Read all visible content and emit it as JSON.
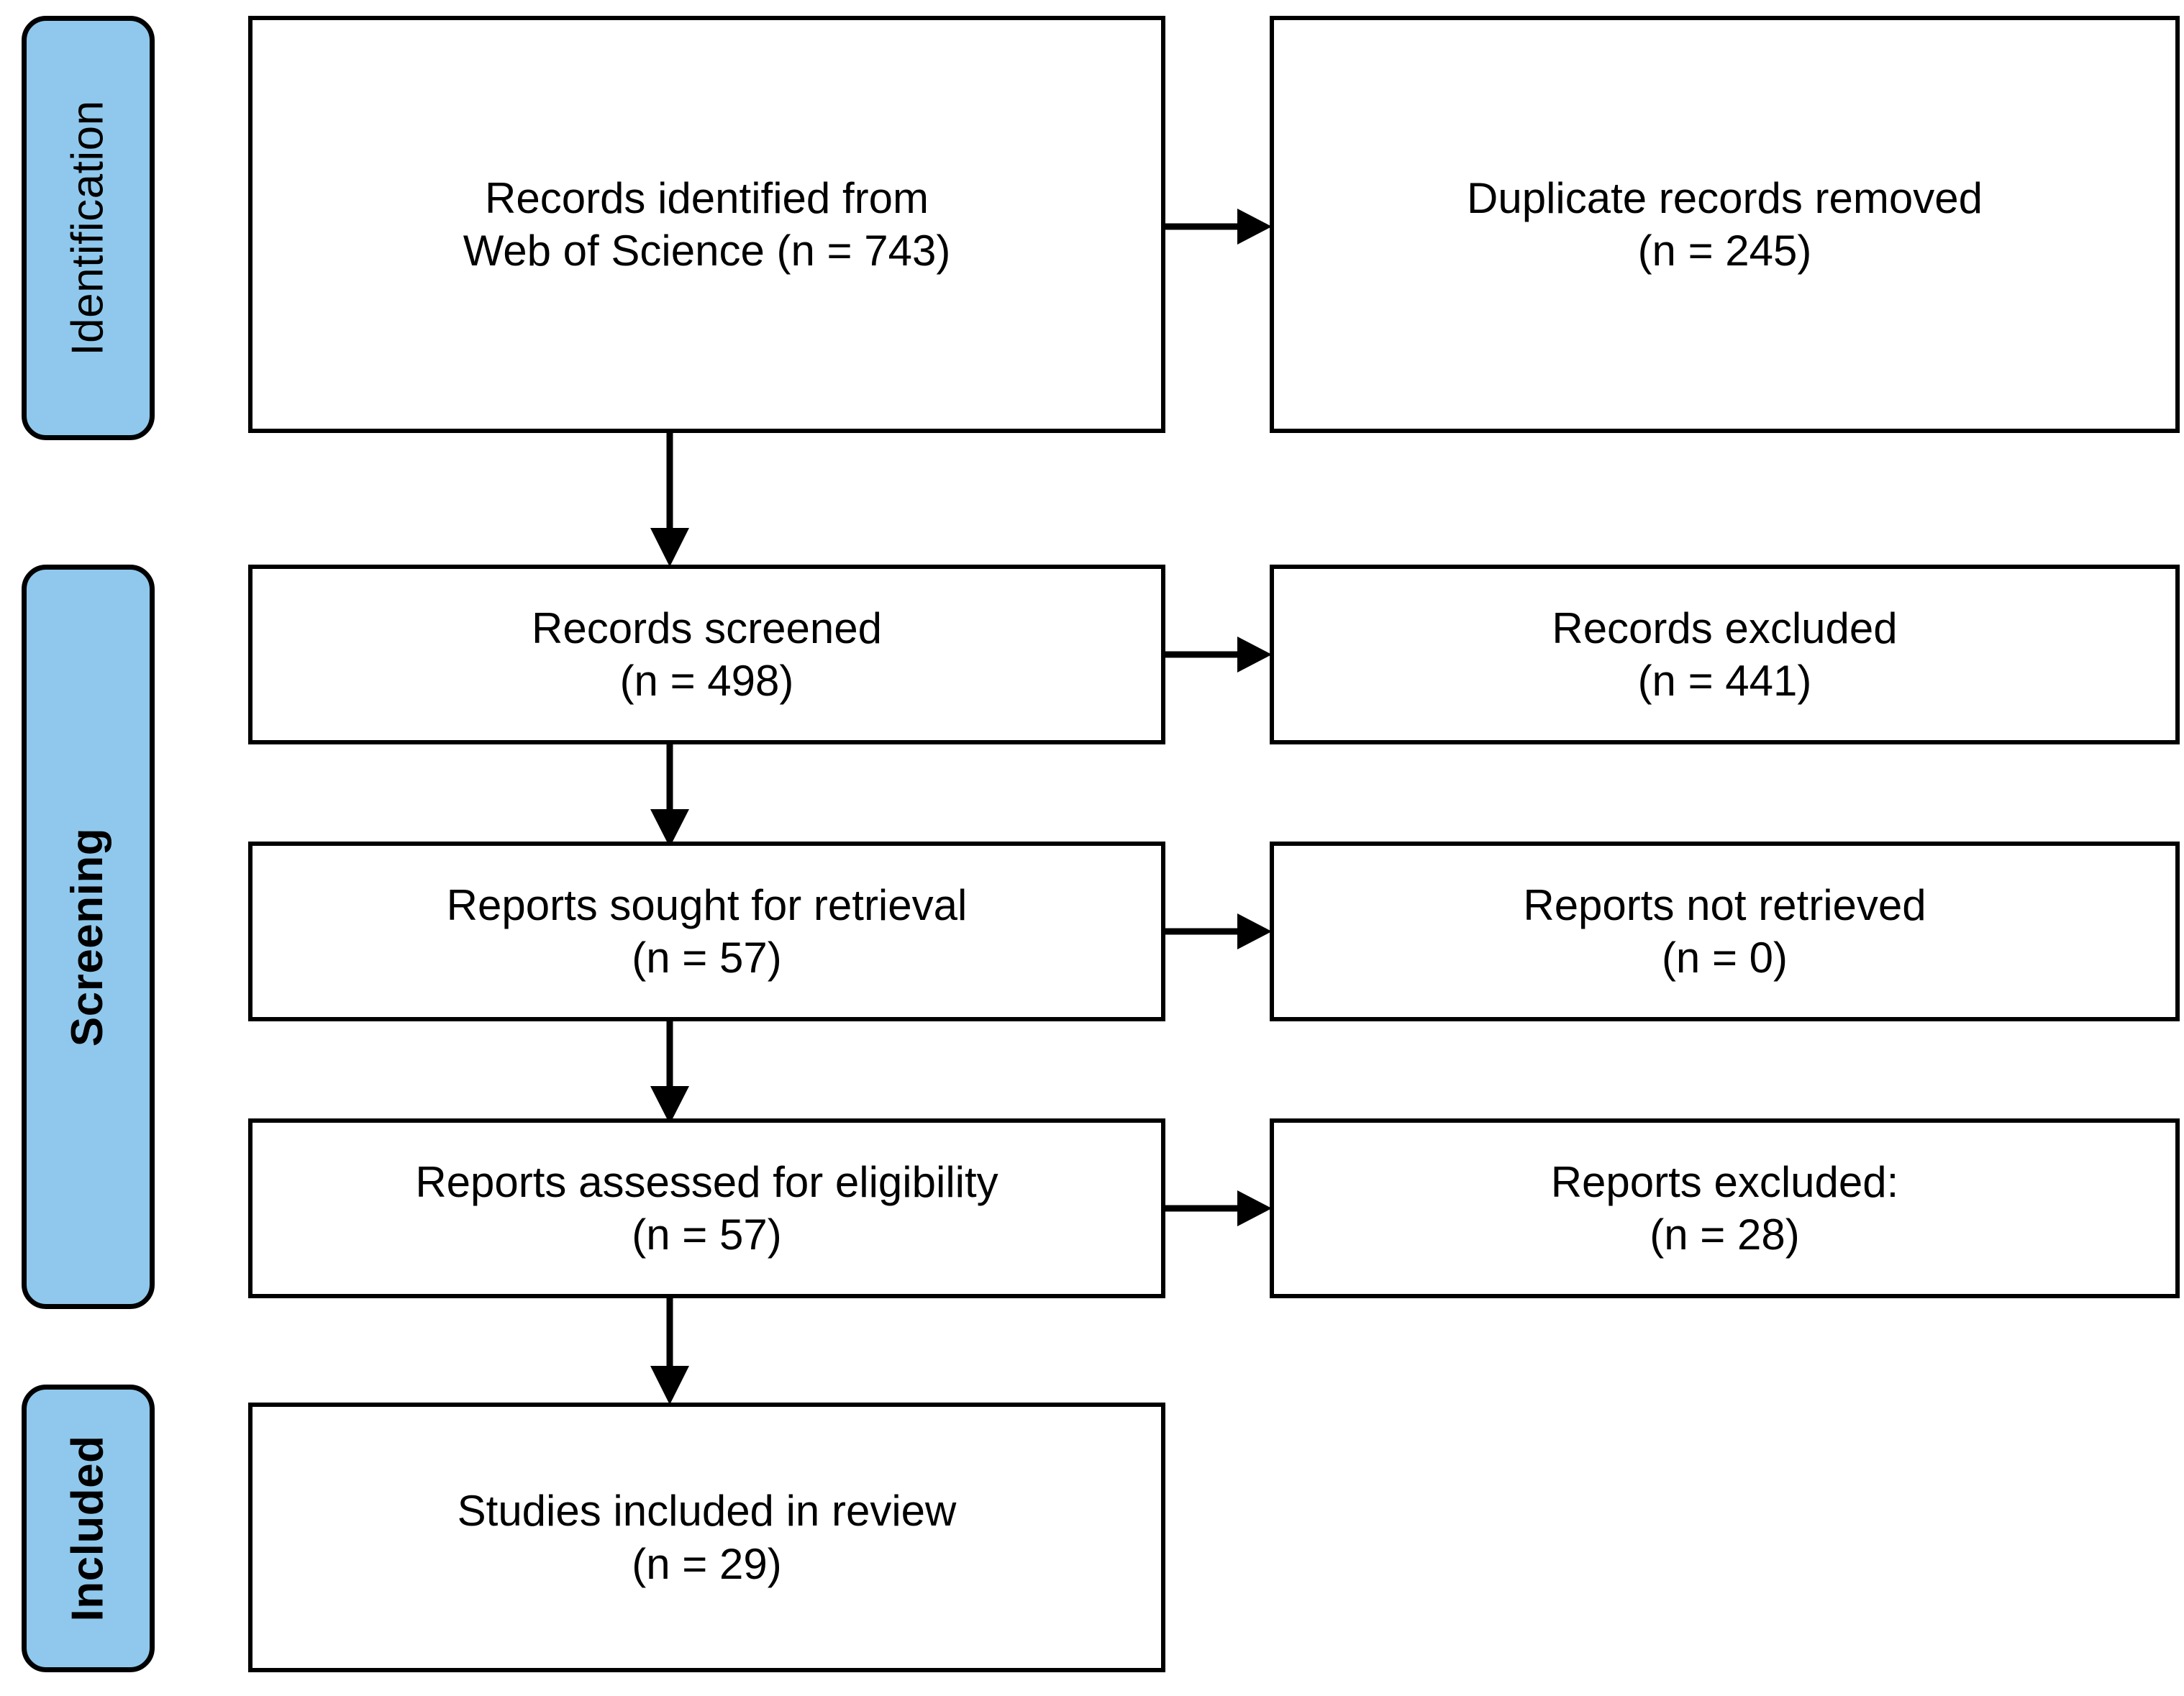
{
  "diagram": {
    "type": "prisma-flow-diagram",
    "title": "PRISMA flow diagram",
    "background_color": "#FFFFFF",
    "stage_fill_color": "#8FC8EC",
    "stroke_color": "#000000"
  },
  "stages": [
    {
      "id": "identification",
      "label": "Identification",
      "bold": false
    },
    {
      "id": "screening",
      "label": "Screening",
      "bold": true
    },
    {
      "id": "included",
      "label": "Included",
      "bold": true
    }
  ],
  "boxes": {
    "records_identified": {
      "line1": "Records identified from",
      "line2": "Web of Science (n = 743)",
      "count": 743
    },
    "duplicates_removed": {
      "line1": "Duplicate records removed",
      "line2": "(n = 245)",
      "count": 245
    },
    "records_screened": {
      "line1": "Records screened",
      "line2": "(n = 498)",
      "count": 498
    },
    "records_excluded": {
      "line1": "Records excluded",
      "line2": "(n = 441)",
      "count": 441
    },
    "reports_sought": {
      "line1": "Reports sought for retrieval",
      "line2": "(n = 57)",
      "count": 57
    },
    "reports_not_retrieved": {
      "line1": "Reports not retrieved",
      "line2": "(n = 0)",
      "count": 0
    },
    "reports_assessed": {
      "line1": "Reports assessed for eligibility",
      "line2": "(n = 57)",
      "count": 57
    },
    "reports_excluded": {
      "line1": "Reports excluded:",
      "line2": "(n = 28)",
      "count": 28
    },
    "studies_included": {
      "line1": "Studies included in review",
      "line2": "(n = 29)",
      "count": 29
    }
  },
  "connectors": [
    {
      "id": "identified-to-duplicates",
      "direction": "right",
      "from": "records_identified",
      "to": "duplicates_removed"
    },
    {
      "id": "identified-to-screened",
      "direction": "down",
      "from": "records_identified",
      "to": "records_screened"
    },
    {
      "id": "screened-to-excluded",
      "direction": "right",
      "from": "records_screened",
      "to": "records_excluded"
    },
    {
      "id": "screened-to-sought",
      "direction": "down",
      "from": "records_screened",
      "to": "reports_sought"
    },
    {
      "id": "sought-to-not-retrieved",
      "direction": "right",
      "from": "reports_sought",
      "to": "reports_not_retrieved"
    },
    {
      "id": "sought-to-assessed",
      "direction": "down",
      "from": "reports_sought",
      "to": "reports_assessed"
    },
    {
      "id": "assessed-to-excluded",
      "direction": "right",
      "from": "reports_assessed",
      "to": "reports_excluded"
    },
    {
      "id": "assessed-to-included",
      "direction": "down",
      "from": "reports_assessed",
      "to": "studies_included"
    }
  ]
}
